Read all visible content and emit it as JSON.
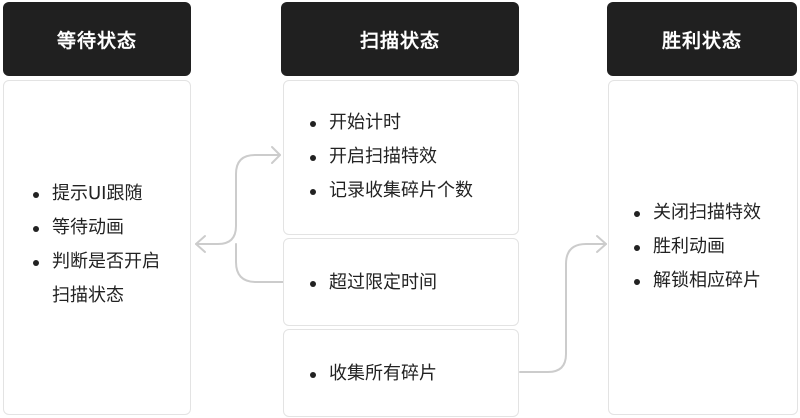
{
  "waiting": {
    "title": "等待状态",
    "items": [
      "提示UI跟随",
      "等待动画",
      "判断是否开启"
    ],
    "items_continued": "扫描状态"
  },
  "scanning": {
    "title": "扫描状态",
    "items": [
      "开始计时",
      "开启扫描特效",
      "记录收集碎片个数"
    ],
    "timeout": "超过限定时间",
    "collect_all": "收集所有碎片"
  },
  "victory": {
    "title": "胜利状态",
    "items": [
      "关闭扫描特效",
      "胜利动画",
      "解锁相应碎片"
    ]
  },
  "colors": {
    "header_bg": "#202020",
    "header_text": "#ffffff",
    "border": "#e3e3e3",
    "arrow": "#cccccc",
    "text": "#222222"
  }
}
